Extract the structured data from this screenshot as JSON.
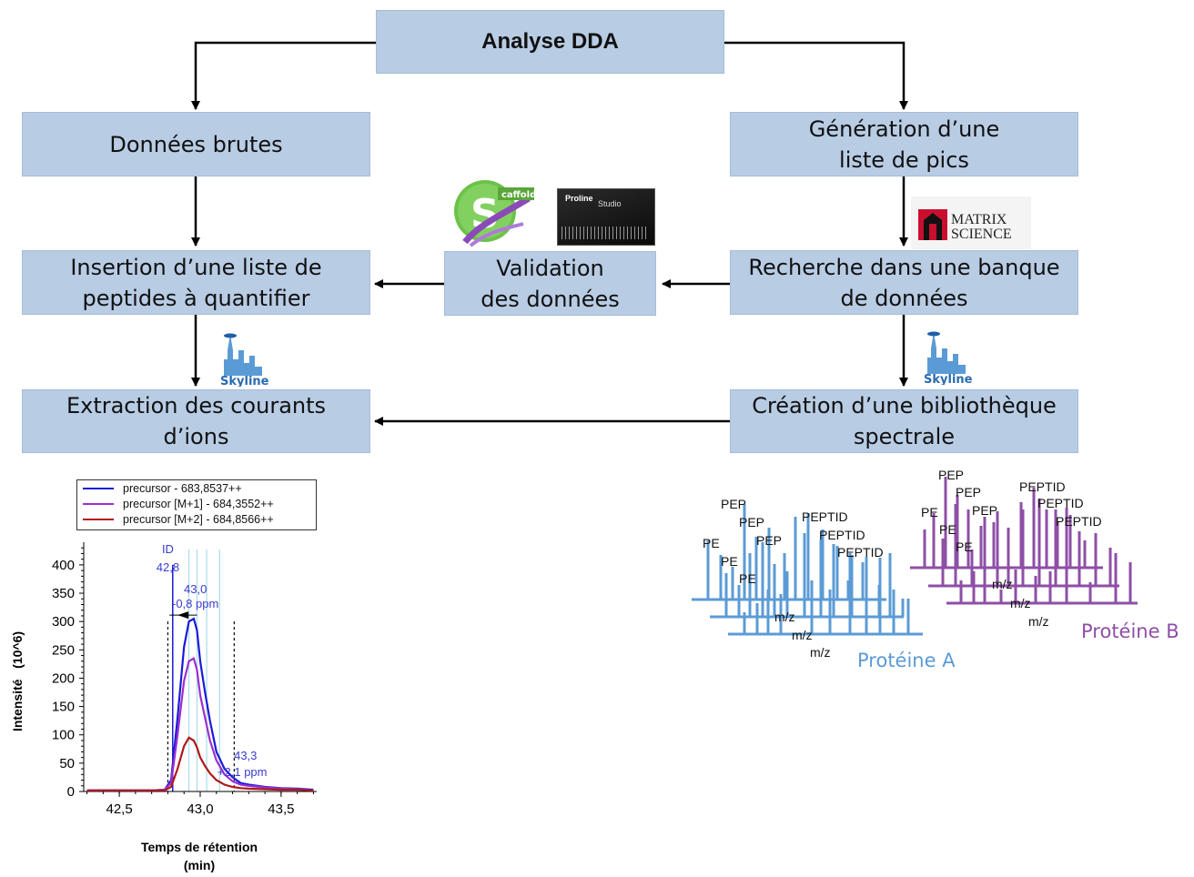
{
  "boxes": {
    "dda": "Analyse DDA",
    "raw": "Données brutes",
    "peaklist": "Génération d’une\nliste de pics",
    "insert": "Insertion d’une liste de\npeptides à quantifier",
    "validation": "Validation\ndes données",
    "search": "Recherche dans une banque\nde données",
    "extraction": "Extraction des courants\nd’ions",
    "library": "Création d’une bibliothèque\nspectrale"
  },
  "logos": {
    "scaffold": "caffold",
    "proline_1": "Proline",
    "proline_2": "Studio",
    "matrix_1": "MATRIX",
    "matrix_2": "SCIENCE",
    "skyline": "Skyline"
  },
  "chart_data": {
    "type": "line",
    "ylabel": "Intensité   (10^6)",
    "xlabel": "Temps de rétention",
    "xlabel2": "(min)",
    "xlim": [
      42.28,
      43.72
    ],
    "ylim": [
      0,
      440
    ],
    "x_ticks": [
      42.5,
      43.0,
      43.5
    ],
    "x_tick_labels": [
      "42,5",
      "43,0",
      "43,5"
    ],
    "y_ticks": [
      0,
      50,
      100,
      150,
      200,
      250,
      300,
      350,
      400
    ],
    "y_tick_labels": [
      "0",
      "50",
      "100",
      "150",
      "200",
      "250",
      "300",
      "350",
      "400"
    ],
    "series": [
      {
        "name": "precursor - 683,8537++",
        "color": "#1a1ad8",
        "x": [
          42.3,
          42.5,
          42.7,
          42.78,
          42.82,
          42.86,
          42.9,
          42.93,
          42.96,
          42.98,
          43.0,
          43.03,
          43.06,
          43.1,
          43.15,
          43.2,
          43.25,
          43.3,
          43.4,
          43.5,
          43.6,
          43.7
        ],
        "y": [
          2,
          2,
          2,
          3,
          20,
          130,
          255,
          300,
          305,
          285,
          230,
          175,
          125,
          70,
          40,
          25,
          15,
          12,
          8,
          6,
          5,
          3
        ]
      },
      {
        "name": "precursor [M+1] - 684,3552++",
        "color": "#9b30d0",
        "x": [
          42.3,
          42.5,
          42.7,
          42.78,
          42.82,
          42.86,
          42.9,
          42.93,
          42.96,
          42.98,
          43.0,
          43.03,
          43.06,
          43.1,
          43.15,
          43.2,
          43.25,
          43.3,
          43.4,
          43.5,
          43.6,
          43.7
        ],
        "y": [
          2,
          2,
          2,
          3,
          15,
          100,
          195,
          230,
          235,
          215,
          170,
          130,
          90,
          55,
          30,
          18,
          12,
          10,
          7,
          5,
          4,
          2
        ]
      },
      {
        "name": "precursor [M+2] - 684,8566++",
        "color": "#b01818",
        "x": [
          42.3,
          42.5,
          42.7,
          42.78,
          42.82,
          42.86,
          42.9,
          42.93,
          42.96,
          42.98,
          43.0,
          43.03,
          43.06,
          43.1,
          43.15,
          43.2,
          43.25,
          43.3,
          43.4,
          43.5,
          43.6,
          43.7
        ],
        "y": [
          2,
          2,
          2,
          2,
          8,
          40,
          80,
          95,
          90,
          78,
          60,
          45,
          32,
          20,
          12,
          8,
          6,
          5,
          4,
          3,
          3,
          2
        ]
      }
    ],
    "annotations": [
      {
        "text": "ID",
        "line2": "42,8"
      },
      {
        "text": "43,0",
        "line2": "-0,8 ppm"
      },
      {
        "text": "43,3",
        "line2": "+2,1 ppm"
      }
    ]
  },
  "spectra": {
    "protein_a": {
      "name": "Protéine A",
      "color": "#5b9bd5",
      "axis_label": "m/z",
      "fragments": [
        "PEP",
        "PEP",
        "PE",
        "PE",
        "PEP",
        "PE",
        "PEPTID",
        "PEPTID",
        "PEPTID"
      ]
    },
    "protein_b": {
      "name": "Protéine B",
      "color": "#8e4fa6",
      "axis_label": "m/z",
      "fragments": [
        "PEP",
        "PEP",
        "PE",
        "PEP",
        "PE",
        "PE",
        "PEPTID",
        "PEPTID",
        "PEPTID"
      ]
    }
  }
}
